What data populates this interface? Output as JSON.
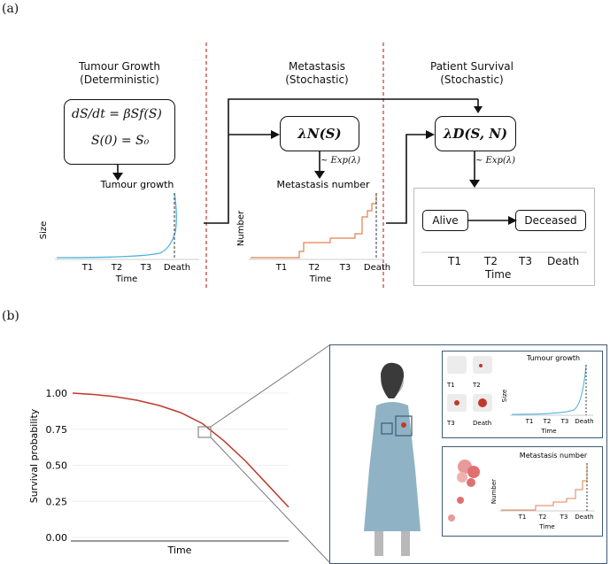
{
  "panel_a": {
    "label": "(a)",
    "tumour_growth": {
      "title": "Tumour Growth",
      "subtitle": "(Deterministic)",
      "eq1": "dS/dt = βSf(S)",
      "eq2": "S(0) = S₀",
      "chart_title": "Tumour growth",
      "ylabel": "Size",
      "xlabel": "Time"
    },
    "metastasis": {
      "title": "Metastasis",
      "subtitle": "(Stochastic)",
      "box": "λN(S)",
      "arrow_label": "~ Exp(λ)",
      "chart_title": "Metastasis number",
      "ylabel": "Number",
      "xlabel": "Time"
    },
    "survival": {
      "title": "Patient Survival",
      "subtitle": "(Stochastic)",
      "box": "λD(S, N)",
      "arrow_label": "~ Exp(λ)",
      "state_alive": "Alive",
      "state_deceased": "Deceased",
      "xlabel": "Time"
    },
    "ticks": [
      "T1",
      "T2",
      "T3",
      "Death"
    ]
  },
  "panel_b": {
    "label": "(b)",
    "chart_data": {
      "type": "line",
      "title": "",
      "xlabel": "Time",
      "ylabel": "Survival probability",
      "yticks": [
        "1.00",
        "0.75",
        "0.50",
        "0.25",
        "0.00"
      ],
      "ylim": [
        0,
        1.05
      ],
      "x": [
        0,
        0.1,
        0.2,
        0.3,
        0.4,
        0.5,
        0.6,
        0.7,
        0.8,
        0.9,
        1.0
      ],
      "series": [
        {
          "values": [
            1.0,
            0.99,
            0.975,
            0.95,
            0.915,
            0.865,
            0.79,
            0.67,
            0.53,
            0.37,
            0.21
          ]
        }
      ]
    },
    "inset": {
      "tumour": {
        "chart_title": "Tumour growth",
        "ylabel": "Size",
        "xlabel": "Time"
      },
      "metastasis": {
        "chart_title": "Metastasis number",
        "ylabel": "Number",
        "xlabel": "Time"
      },
      "stages": [
        "T1",
        "T2",
        "T3",
        "Death"
      ],
      "ticks": [
        "T1",
        "T2",
        "T3",
        "Death"
      ]
    },
    "colors": {
      "curve": "#c0392b",
      "growth": "#4fb3d9",
      "metastasis": "#e08050",
      "frame": "#3d5a78"
    }
  }
}
